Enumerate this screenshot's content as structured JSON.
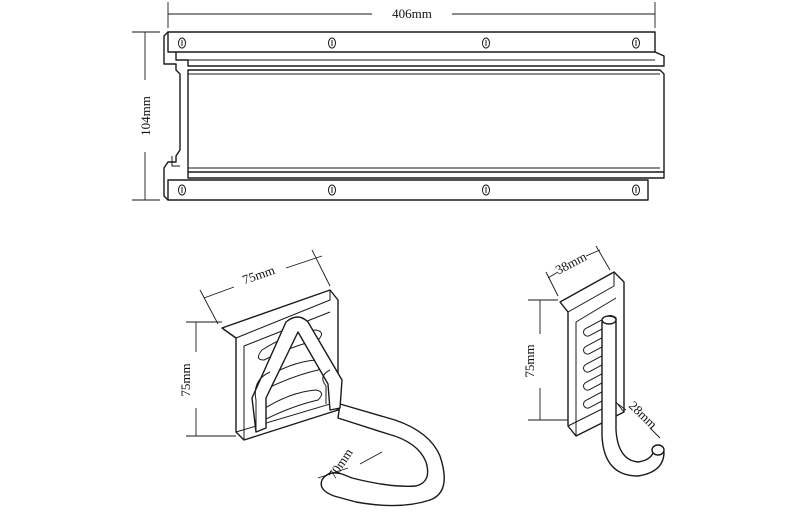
{
  "rail": {
    "width_label": "406mm",
    "height_label": "104mm"
  },
  "hook_large": {
    "width_label": "75mm",
    "height_label": "75mm",
    "reach_label": "70mm"
  },
  "hook_small": {
    "width_label": "38mm",
    "height_label": "75mm",
    "depth_label": "28mm"
  }
}
